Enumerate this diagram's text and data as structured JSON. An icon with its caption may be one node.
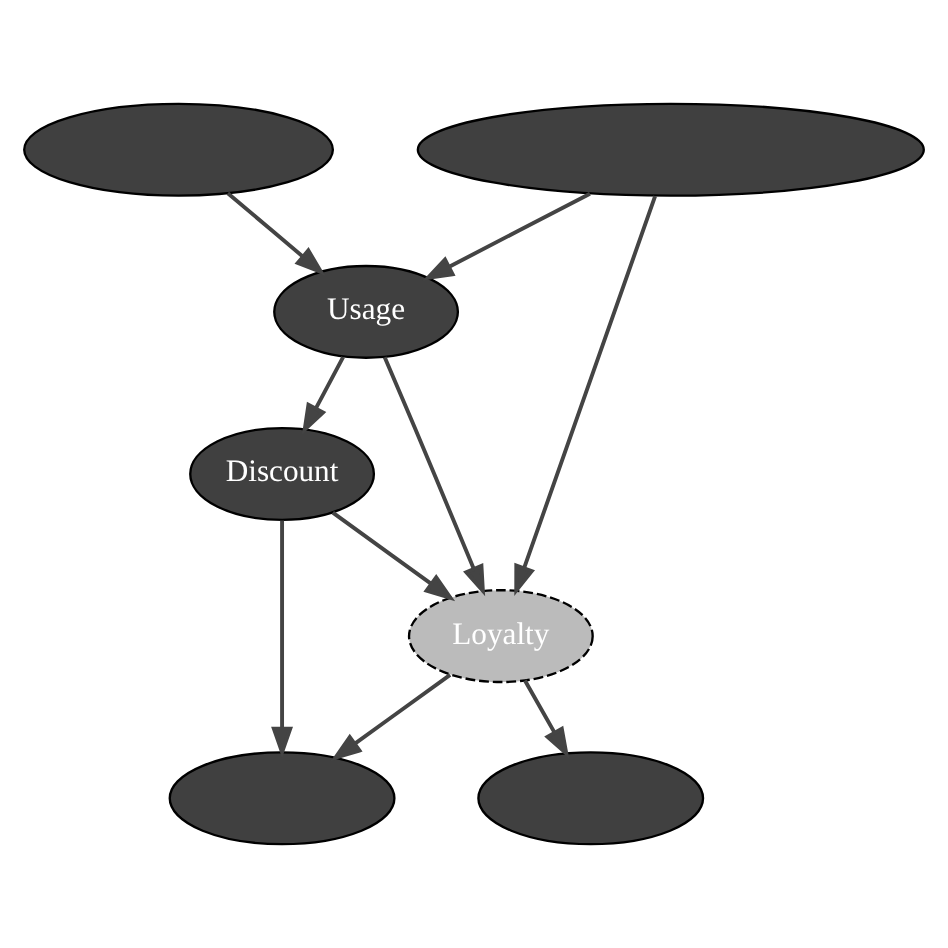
{
  "diagram": {
    "nodes": [
      {
        "text": [],
        "shape": "ellipse"
      },
      {
        "text": [],
        "shape": "ellipse"
      },
      {
        "text": [
          "Usage"
        ]
      },
      {
        "text": [
          "Discount"
        ]
      },
      {
        "text": [
          "Loyalty"
        ]
      },
      {
        "text": [],
        "shape": "ellipse"
      },
      {
        "text": [],
        "shape": "ellipse"
      }
    ],
    "edges": [
      {
        "from": 0,
        "to": 2,
        "arrow": "to"
      },
      {
        "from": 1,
        "to": 2,
        "arrow": "to"
      },
      {
        "from": 1,
        "to": 4,
        "arrow": "to"
      },
      {
        "from": 2,
        "to": 3,
        "arrow": "to"
      },
      {
        "from": 2,
        "to": 4,
        "arrow": "to"
      },
      {
        "from": 3,
        "to": 5,
        "arrow": "to"
      },
      {
        "from": 3,
        "to": 4,
        "arrow": "to"
      },
      {
        "from": 4,
        "to": 5,
        "arrow": "to"
      },
      {
        "from": 4,
        "to": 6,
        "arrow": "to"
      }
    ]
  }
}
